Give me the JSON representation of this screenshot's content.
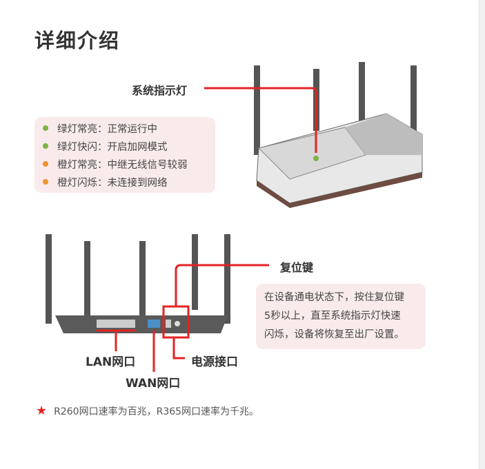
{
  "title": "详细介绍",
  "system_indicator": {
    "label": "系统指示灯",
    "items": [
      {
        "text": "绿灯常亮：正常运行中",
        "color": "#7cb342"
      },
      {
        "text": "绿灯快闪：开启加网模式",
        "color": "#7cb342"
      },
      {
        "text": "橙灯常亮：中继无线信号较弱",
        "color": "#f0922b"
      },
      {
        "text": "橙灯闪烁：未连接到网络",
        "color": "#f0922b"
      }
    ]
  },
  "reset": {
    "label": "复位键",
    "desc_lines": [
      "在设备通电状态下，按住复位键",
      "5秒以上，直至系统指示灯快速",
      "闪烁，设备将恢复至出厂设置。"
    ]
  },
  "ports": {
    "lan": "LAN网口",
    "wan": "WAN网口",
    "power": "电源接口"
  },
  "note": "R260网口速率为百兆，R365网口速率为千兆。",
  "accent": "#e52222"
}
